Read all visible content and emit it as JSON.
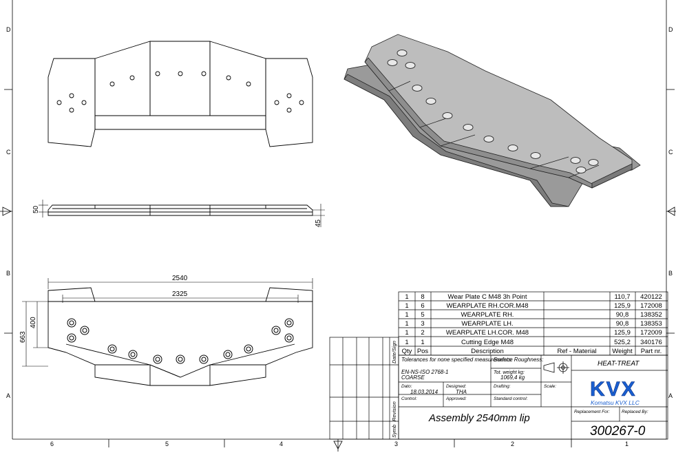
{
  "frame": {
    "zones_top": [
      "D",
      "C",
      "B",
      "A"
    ],
    "cols_bottom": [
      "6",
      "5",
      "4",
      "3",
      "2",
      "1"
    ]
  },
  "dims": {
    "thickness_left": "50",
    "thickness_right": "45",
    "overall_width": "2540",
    "inner_width": "2325",
    "height_total": "663",
    "height_inner": "400"
  },
  "bom": {
    "headers": [
      "Qty",
      "Pos",
      "Description",
      "Ref - Material",
      "Weight",
      "Part nr."
    ],
    "rows": [
      {
        "qty": "1",
        "pos": "8",
        "desc": "Wear Plate C M48 3h Point",
        "ref": "",
        "weight": "110,7",
        "part": "420122"
      },
      {
        "qty": "1",
        "pos": "6",
        "desc": "WEARPLATE RH.COR.M48",
        "ref": "",
        "weight": "125,9",
        "part": "172008"
      },
      {
        "qty": "1",
        "pos": "5",
        "desc": "WEARPLATE RH.",
        "ref": "",
        "weight": "90,8",
        "part": "138352"
      },
      {
        "qty": "1",
        "pos": "3",
        "desc": "WEARPLATE LH.",
        "ref": "",
        "weight": "90,8",
        "part": "138353"
      },
      {
        "qty": "1",
        "pos": "2",
        "desc": "WEARPLATE LH.COR. M48",
        "ref": "",
        "weight": "125,9",
        "part": "172009"
      },
      {
        "qty": "1",
        "pos": "1",
        "desc": "Cutting Edge M48",
        "ref": "",
        "weight": "525,2",
        "part": "340176"
      }
    ]
  },
  "title_block": {
    "rev_labels": {
      "date_sign": "Date/Sign",
      "revision": "Revision",
      "symb": "Symb"
    },
    "tolerances_label": "Tolerances for none specified measurements:",
    "tolerances_std": "EN-NS-ISO 2768-1",
    "tolerances_grade": "COARSE",
    "surface_label": "Surface Roughness:",
    "weight_label": "Tot. weight kg:",
    "weight_value": "1069,4 kg",
    "heat_treat": "HEAT-TREAT",
    "date_label": "Dato:",
    "date_value": "18.03.2014",
    "designed_label": "Designed:",
    "designed_value": "THA",
    "drafting_label": "Drafting:",
    "scale_label": "Scale:",
    "control_label": "Control:",
    "approved_label": "Approved:",
    "standard_label": "Standard control:",
    "title": "Assembly 2540mm lip",
    "replacement_label": "Replacement For:",
    "replaced_label": "Replaced By:",
    "drawing_number": "300267-0",
    "logo_text": "KVX",
    "company": "Komatsu KVX LLC",
    "logo_color": "#1a5fd0"
  }
}
